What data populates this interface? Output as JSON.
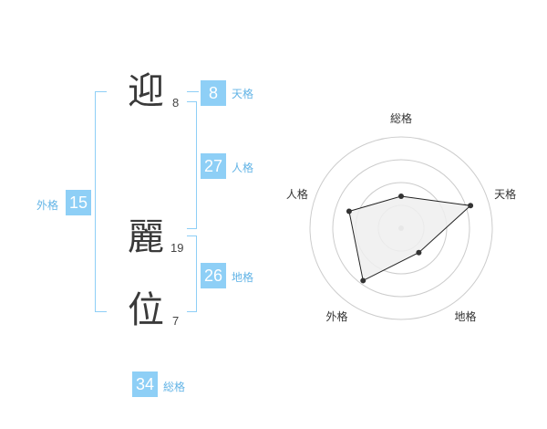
{
  "name_chars": [
    {
      "char": "迎",
      "strokes": "8"
    },
    {
      "char": "麗",
      "strokes": "19"
    },
    {
      "char": "位",
      "strokes": "7"
    }
  ],
  "fortunes": {
    "tenkaku": {
      "value": "8",
      "label": "天格"
    },
    "jinkaku": {
      "value": "27",
      "label": "人格"
    },
    "chikaku": {
      "value": "26",
      "label": "地格"
    },
    "gaikaku": {
      "value": "15",
      "label": "外格"
    },
    "soukaku": {
      "value": "34",
      "label": "総格"
    }
  },
  "chart_data": {
    "type": "radar",
    "axes": [
      "総格",
      "天格",
      "地格",
      "外格",
      "人格"
    ],
    "values": [
      0.35,
      0.8,
      0.33,
      0.71,
      0.6
    ],
    "max": 1,
    "rings": 4,
    "fill": "#eeeeee",
    "stroke": "#222222",
    "ring_color": "#cccccc"
  }
}
